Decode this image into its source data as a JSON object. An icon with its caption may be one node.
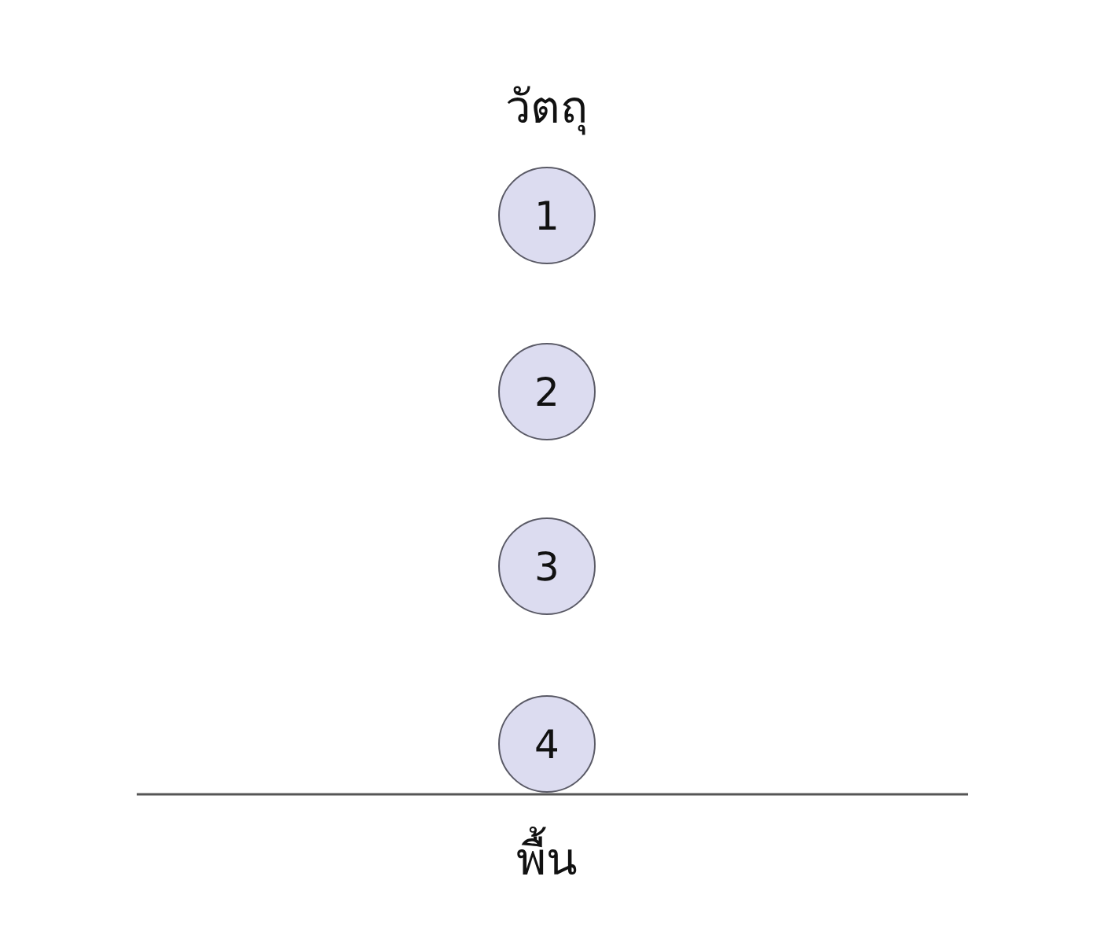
{
  "diagram": {
    "nodes": [
      {
        "text": [
          "1"
        ]
      },
      {
        "text": [
          "2"
        ]
      },
      {
        "text": [
          "3"
        ]
      },
      {
        "text": [
          "4"
        ]
      }
    ],
    "edges": [],
    "labels": [
      "วัตถุ",
      "พื้น"
    ]
  }
}
